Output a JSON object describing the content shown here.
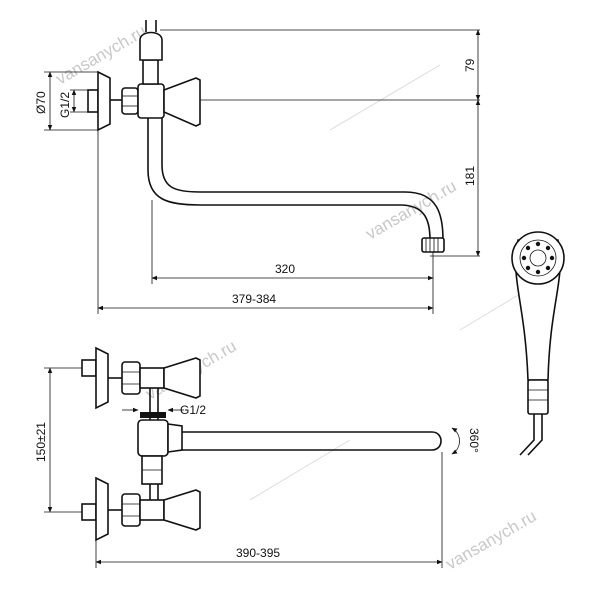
{
  "dimensions": {
    "top_height": "79",
    "spout_height": "181",
    "spout_reach": "320",
    "total_reach": "379-384",
    "flange_diameter": "Ø70",
    "thread_top": "G1/2",
    "thread_front": "G1/2",
    "axis_distance": "150±21",
    "front_reach": "390-395",
    "rotation": "360°"
  },
  "watermark": "vansanych.ru"
}
